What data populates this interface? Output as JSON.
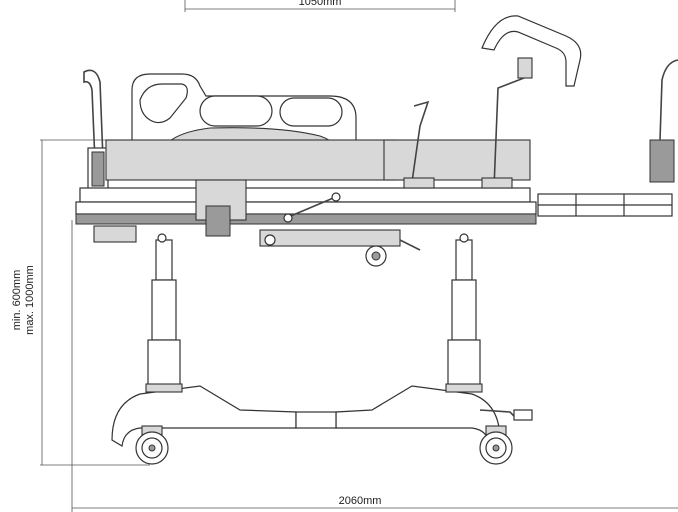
{
  "diagram": {
    "dimensions": {
      "top_width": "1050mm",
      "height_min": "min. 600mm",
      "height_max": "max. 1000mm",
      "total_length": "2060mm"
    },
    "colors": {
      "line": "#333333",
      "fill_light": "#d8d8d8",
      "fill_dark": "#9a9a9a"
    }
  }
}
